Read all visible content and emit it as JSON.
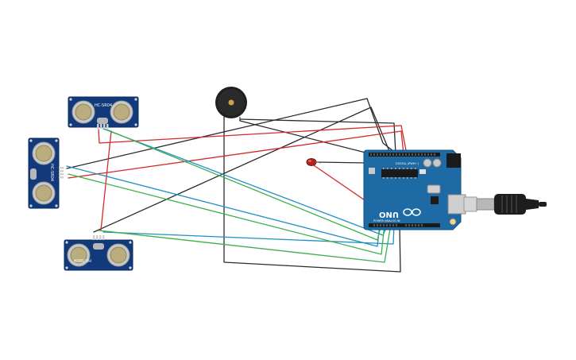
{
  "colors": {
    "canvas_bg": "#ffffff",
    "sensor_board": "#123a7a",
    "arduino_board": "#1d6aa5",
    "wire_black": "#2b2b2b",
    "wire_red": "#d42a2a",
    "wire_blue": "#1f8fc5",
    "wire_green": "#3cb04a"
  },
  "sensors": [
    {
      "label": "HC-SR04",
      "orientation": "horizontal-top"
    },
    {
      "label": "HC-SR04",
      "orientation": "vertical-left"
    },
    {
      "label": "HC-SR04",
      "orientation": "horizontal-bottom"
    }
  ],
  "arduino": {
    "model_label": "UNO",
    "logo_icon": "arduino-infinity-icon",
    "top_header_label": "DIGITAL (PWM~)",
    "bottom_header_label": "POWER   ANALOG IN"
  },
  "components": {
    "buzzer": "piezo-buzzer-icon",
    "led": "red-led-icon",
    "usb": "usb-cable-icon"
  }
}
